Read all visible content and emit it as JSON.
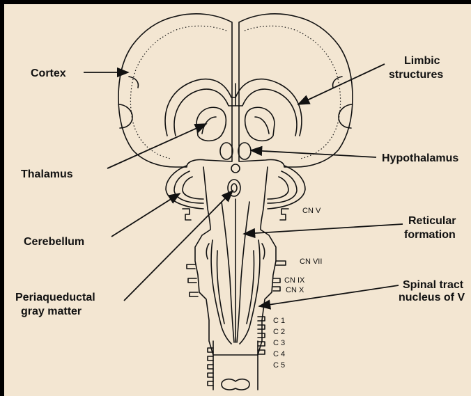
{
  "labels": {
    "cortex": "Cortex",
    "limbic_1": "Limbic",
    "limbic_2": "structures",
    "thalamus": "Thalamus",
    "hypothalamus": "Hypothalamus",
    "cerebellum": "Cerebellum",
    "reticular_1": "Reticular",
    "reticular_2": "formation",
    "periaqueductal_1": "Periaqueductal",
    "periaqueductal_2": "gray matter",
    "spinal_1": "Spinal tract",
    "spinal_2": "nucleus of V"
  },
  "nerves": {
    "cn_v": "CN V",
    "cn_vii": "CN VII",
    "cn_ix": "CN IX",
    "cn_x": "CN X"
  },
  "cervical": [
    "C 1",
    "C 2",
    "C 3",
    "C 4",
    "C 5"
  ],
  "colors": {
    "background": "#f3e6d2",
    "line": "#111111",
    "frame": "#000000"
  }
}
